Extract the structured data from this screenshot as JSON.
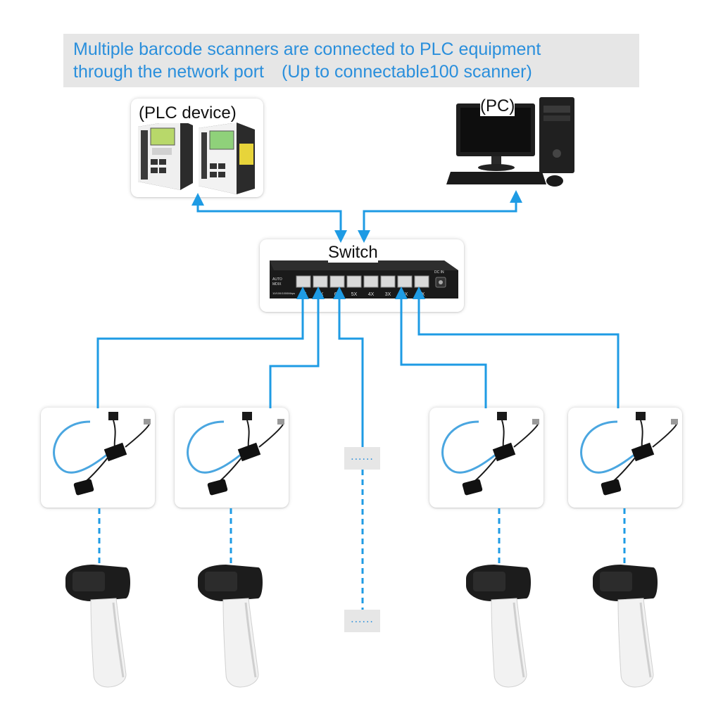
{
  "title": {
    "line1": "Multiple barcode scanners are connected to PLC equipment",
    "line2": "through the network port　(Up to connectable100 scanner)"
  },
  "labels": {
    "plc": "(PLC device)",
    "pc": "(PC)",
    "switch": "Switch"
  },
  "switch_panel": {
    "auto_mdix_1": "AUTO",
    "auto_mdix_2": "MDIX",
    "speed": "10/100/1000Mbps",
    "dc_in": "DC IN",
    "port_labels": [
      "8X",
      "7X",
      "6X",
      "5X",
      "4X",
      "3X",
      "2X",
      "1X"
    ]
  },
  "placeholders": {
    "converter_more": "......",
    "scanner_more": "......"
  },
  "icons": {
    "plc": "plc-device-icon",
    "pc": "desktop-computer-icon",
    "switch": "network-switch-icon",
    "converter": "ethernet-converter-cable-icon",
    "scanner": "handheld-barcode-scanner-icon"
  },
  "colors": {
    "connection": "#1e9be4",
    "title_text": "#2a8fdc",
    "title_bg": "#e6e6e6"
  }
}
